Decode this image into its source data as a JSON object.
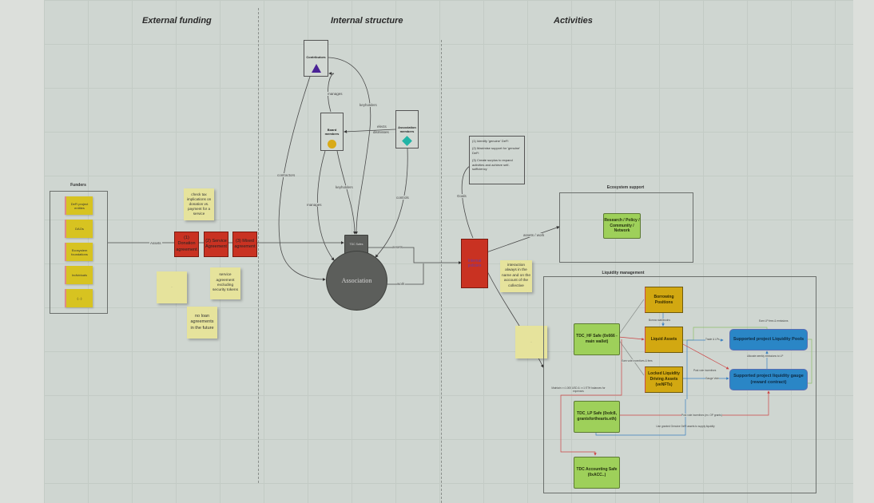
{
  "sections": {
    "external": "External funding",
    "internal": "Internal structure",
    "activities": "Activities"
  },
  "funders": {
    "title": "Funders",
    "items": [
      "DeFi project entities",
      "DAOs",
      "Ecosystem foundations",
      "Individuals",
      "(...)"
    ]
  },
  "funding": {
    "assets_label": "Assets",
    "agreements": [
      "(1) Donation agreement",
      "(2) Service Agreement",
      "(3) Mixed agreement"
    ],
    "notes": {
      "tax": "check tax implications on donation vs. payment for a service",
      "service": "service agreement excluding security tokens",
      "loan": "no loan agreements in the future",
      "small_text": "..."
    }
  },
  "internal": {
    "contributors": "Contributors",
    "board": "Board members",
    "association_members": "Association members",
    "safe": "TDC Safes",
    "association": "Association",
    "edges": {
      "manages_top": "manages",
      "keyholders_top": "keyholders",
      "elects": "elects",
      "dismisses": "dismisses",
      "contractors": "contractors",
      "manages": "manages",
      "keyholders": "keyholders",
      "controls": "controls",
      "assets": "assets",
      "work": "work"
    }
  },
  "activities": {
    "goals": [
      "(1) Identify 'genuine' DeFi",
      "(2) Maximise support for 'genuine' DeFi",
      "(3) Create surplus to expand activities and achieve self-sufficiency"
    ],
    "goals_label": "Goals",
    "internal_policies": "Internal policies",
    "assets_work": "assets / work",
    "interaction_note": "interaction always in the name and on the account of the collective",
    "small_note": "...",
    "ecosystem": {
      "title": "Ecosystem support",
      "item": "Research / Policy / Community / Network"
    },
    "liquidity": {
      "title": "Liquidity management",
      "hf_safe": "TDC_HF Safe (0x666 - main wallet)",
      "lp_safe": "TDC_LP Safe (0xdc8, grantsforthearts.eth)",
      "accounting_safe": "TDC Accounting Safe (0xACC..)",
      "borrowing": "Borrowing Positions",
      "liquid": "Liquid Assets",
      "locked": "Locked Liquidity Driving Assets (veNFTs)",
      "pools": "Supported project Liquidity Pools",
      "gauge": "Supported project liquidity gauge (reward contract)",
      "edges": {
        "borrow": "Borrow stablecoins",
        "earn": "Earn LP fees & emissions",
        "trade": "Trade & LPs",
        "gauge_vote": "Gauge Vote",
        "allocate": "Allocate weekly emissions to LP",
        "post_vote": "Post vote incentives",
        "earn_vote": "Earn vote incentives & fees",
        "maintain": "Maintain >=1.000 USD & >=1 ETH balances for expenses",
        "post_vote_grants": "Post vote incentives (ex. OP grants)",
        "use_granted": "Use granted Genuine DeFi assets to supply liquidity"
      }
    }
  }
}
